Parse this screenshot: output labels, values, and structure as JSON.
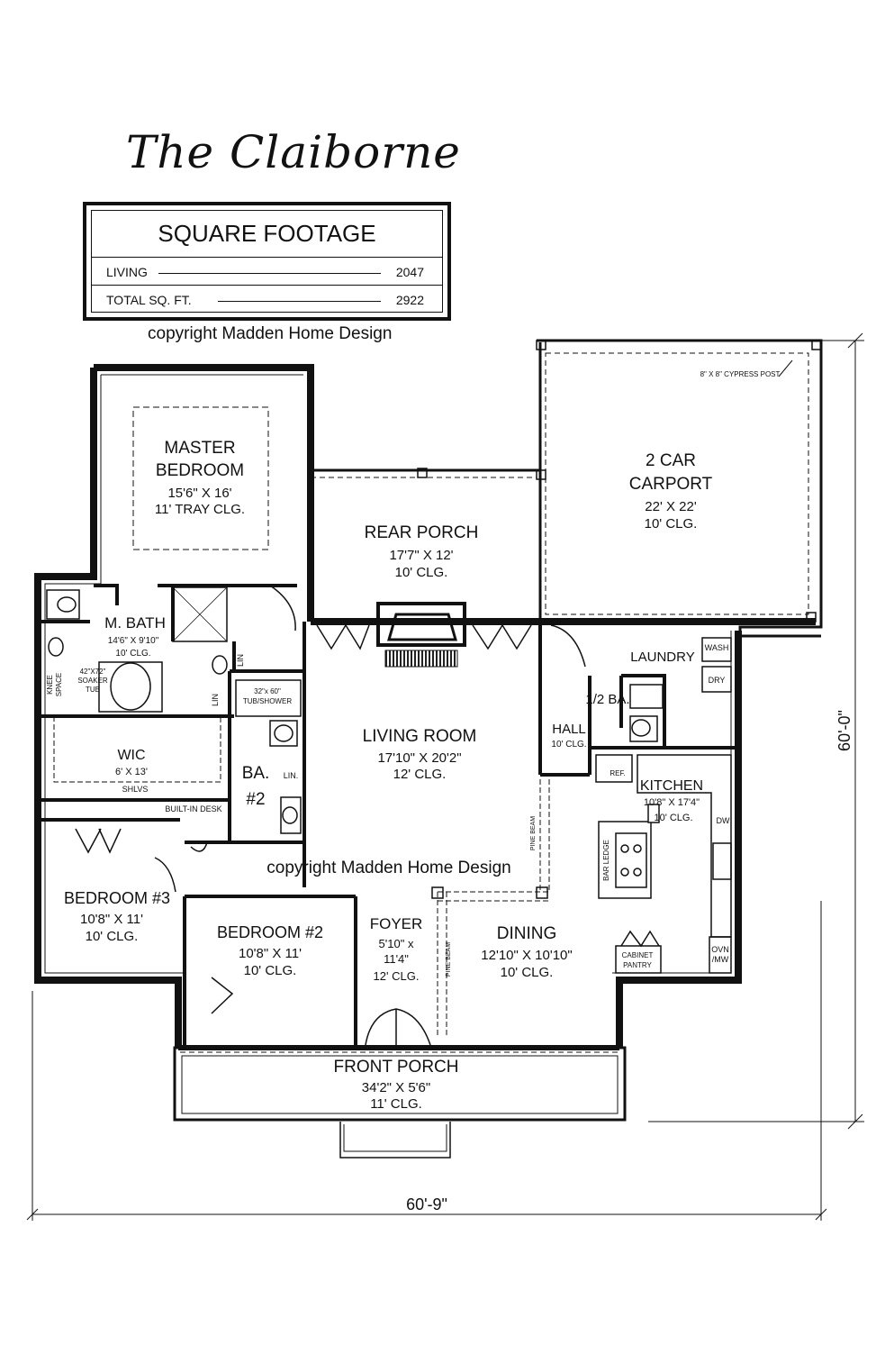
{
  "title": "The Claiborne",
  "square_footage": {
    "heading": "SQUARE FOOTAGE",
    "rows": [
      {
        "label": "LIVING",
        "value": "2047"
      },
      {
        "label": "TOTAL SQ. FT.",
        "value": "2922"
      }
    ]
  },
  "copyright_top": "copyright Madden Home Design",
  "copyright_mid": "copyright Madden Home Design",
  "rooms": {
    "master_bedroom": {
      "name1": "MASTER",
      "name2": "BEDROOM",
      "dims": "15'6\" X 16'",
      "clg": "11' TRAY CLG."
    },
    "rear_porch": {
      "name": "REAR PORCH",
      "dims": "17'7\" X 12'",
      "clg": "10' CLG."
    },
    "carport": {
      "name1": "2 CAR",
      "name2": "CARPORT",
      "dims": "22' X 22'",
      "clg": "10' CLG.",
      "post": "8\" X 8\" CYPRESS POST"
    },
    "master_bath": {
      "name": "M. BATH",
      "dims": "14'6\" X 9'10\"",
      "clg": "10' CLG."
    },
    "soaker_tub": {
      "l1": "42\"X72\"",
      "l2": "SOAKER",
      "l3": "TUB"
    },
    "knee_space": {
      "l1": "KNEE",
      "l2": "SPACE"
    },
    "lin1": "LIN",
    "lin2": "LIN",
    "tub_shower": {
      "l1": "32\"x 60\"",
      "l2": "TUB/SHOWER"
    },
    "living_room": {
      "name": "LIVING ROOM",
      "dims": "17'10\" X 20'2\"",
      "clg": "12' CLG."
    },
    "laundry": {
      "name": "LAUNDRY",
      "wash": "WASH",
      "dry": "DRY"
    },
    "half_bath": {
      "name": "1/2 BA."
    },
    "hall": {
      "name": "HALL",
      "clg": "10' CLG."
    },
    "wic": {
      "name": "WIC",
      "dims": "6' X 13'",
      "shlvs": "SHLVS"
    },
    "bath2": {
      "name1": "BA.",
      "name2": "#2",
      "lin": "LIN."
    },
    "built_in_desk": "BUILT-IN DESK",
    "kitchen": {
      "name": "KITCHEN",
      "dims": "10'8\" X 17'4\"",
      "clg": "10' CLG.",
      "ref": "REF.",
      "dw": "DW",
      "bar": "BAR LEDGE",
      "ovn1": "OVN",
      "ovn2": "/MW"
    },
    "pine_beam1": "PINE BEAM",
    "pine_beam2": "PINE BEAM",
    "bedroom3": {
      "name": "BEDROOM #3",
      "dims": "10'8\" X 11'",
      "clg": "10' CLG."
    },
    "bedroom2": {
      "name": "BEDROOM #2",
      "dims": "10'8\" X 11'",
      "clg": "10' CLG."
    },
    "foyer": {
      "name": "FOYER",
      "dims1": "5'10\" x",
      "dims2": "11'4\"",
      "clg": "12' CLG."
    },
    "dining": {
      "name": "DINING",
      "dims": "12'10\" X 10'10\"",
      "clg": "10' CLG."
    },
    "cabinet_pantry": {
      "l1": "CABINET",
      "l2": "PANTRY"
    },
    "front_porch": {
      "name": "FRONT PORCH",
      "dims": "34'2\" X 5'6\"",
      "clg": "11' CLG."
    }
  },
  "dimensions": {
    "depth": "60'-0\"",
    "width": "60'-9\""
  }
}
